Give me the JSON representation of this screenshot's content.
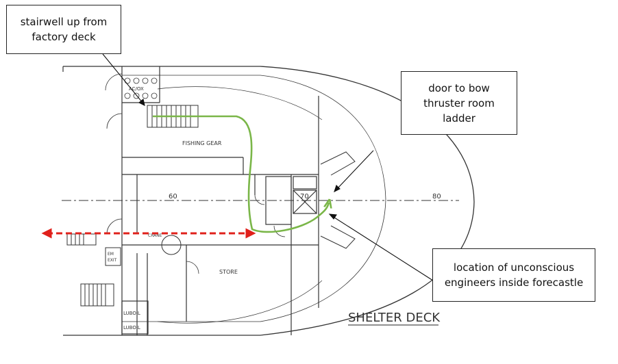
{
  "callouts": {
    "stairwell": "stairwell up from\nfactory deck",
    "door": "door to bow\nthruster room\nladder",
    "location": "location of unconscious\nengineers inside forecastle"
  },
  "plan_labels": {
    "fishing_gear": "FISHING GEAR",
    "store": "STORE",
    "crane": "CRANE",
    "acox": "AC/OX",
    "lubeoil_1": "LUBOIL",
    "lubeoil_2": "LUBOIL",
    "emexit_1": "EM",
    "emexit_2": "EXIT",
    "frame_60": "60",
    "frame_70": "70",
    "frame_80": "80",
    "title": "SHELTER DECK"
  },
  "colors": {
    "path": "#7ab648",
    "arrow": "#e0201b",
    "lines": "#333333"
  }
}
